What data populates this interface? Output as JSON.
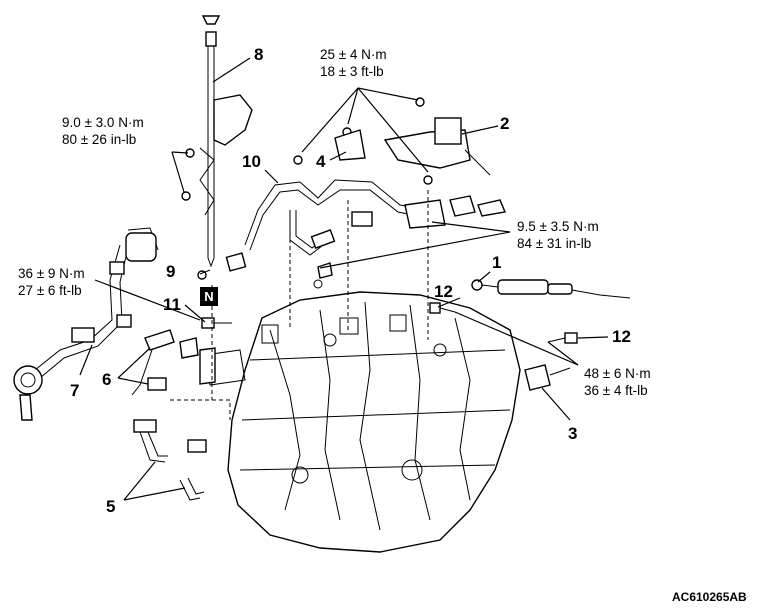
{
  "figure_id": "AC610265AB",
  "callouts": {
    "c1": "1",
    "c2": "2",
    "c3": "3",
    "c4": "4",
    "c5": "5",
    "c6": "6",
    "c7": "7",
    "c8": "8",
    "c9": "9",
    "c10": "10",
    "c11": "11",
    "c12a": "12",
    "c12b": "12"
  },
  "n_badge": "N",
  "torques": {
    "t_top": [
      "25 ± 4 N·m",
      "18 ± 3 ft-lb"
    ],
    "t_dipstick": [
      "9.0 ± 3.0 N·m",
      "80 ± 26 in-lb"
    ],
    "t_bracket": [
      "9.5 ± 3.5 N·m",
      "84 ± 31 in-lb"
    ],
    "t_left": [
      "36 ± 9 N·m",
      "27 ± 6 ft-lb"
    ],
    "t_right": [
      "48 ± 6 N·m",
      "36 ± 4 ft-lb"
    ]
  }
}
